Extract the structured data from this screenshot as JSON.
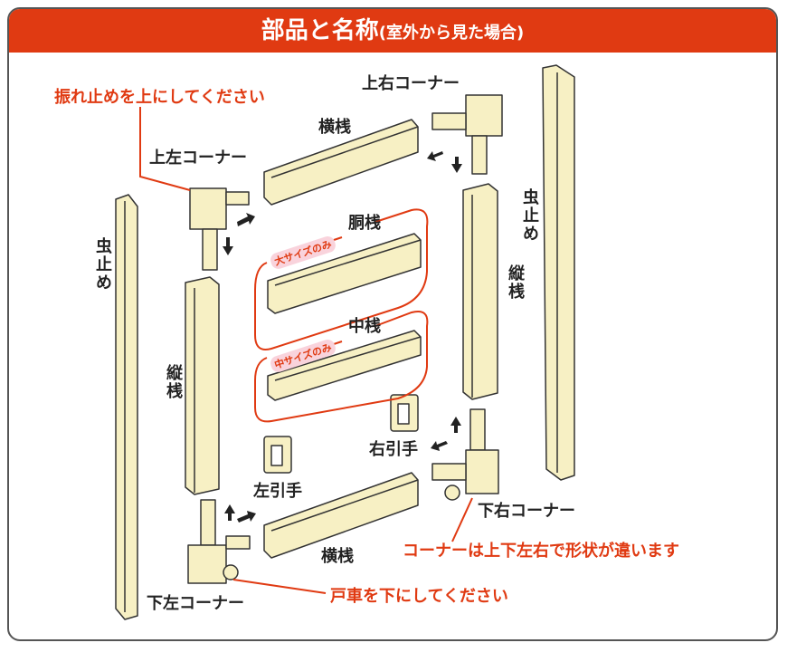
{
  "header": {
    "title": "部品と名称",
    "subtitle": "(室外から見た場合)"
  },
  "labels": {
    "anti_sway_note": "振れ止めを上にしてください",
    "top_left_corner": "上左コーナー",
    "top_right_corner": "上右コーナー",
    "top_rail": "横桟",
    "body_rail": "胴桟",
    "body_rail_badge": "大サイズのみ",
    "middle_rail": "中桟",
    "middle_rail_badge": "中サイズのみ",
    "insect_stop_left": "虫止め",
    "insect_stop_right": "虫止め",
    "stile_left": "縦桟",
    "stile_right": "縦桟",
    "right_handle": "右引手",
    "left_handle": "左引手",
    "bottom_right_corner": "下右コーナー",
    "corner_note": "コーナーは上下左右で形状が違います",
    "bottom_rail": "横桟",
    "roller_note": "戸車を下にしてください",
    "bottom_left_corner": "下左コーナー"
  },
  "colors": {
    "accent": "#e03a12",
    "part_fill": "#f7f0c4",
    "outline": "#333333"
  }
}
